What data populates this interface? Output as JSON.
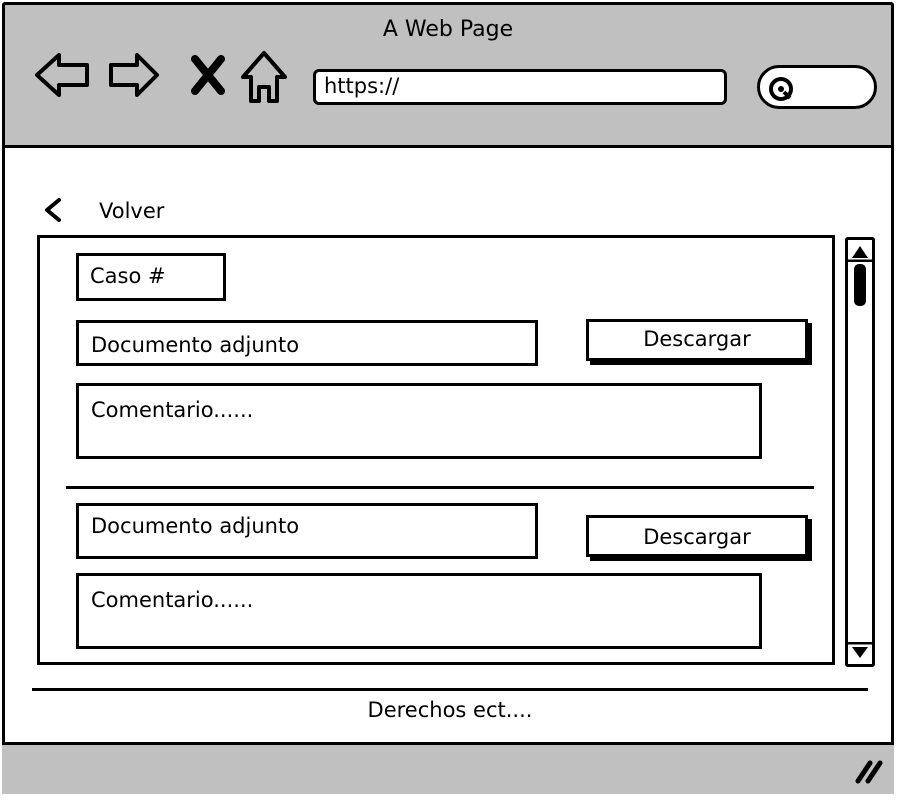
{
  "window": {
    "title": "A Web Page"
  },
  "browser": {
    "url": "https://",
    "icons": [
      "back-arrow-icon",
      "forward-arrow-icon",
      "close-icon",
      "home-icon",
      "search-icon"
    ]
  },
  "page": {
    "back_label": "Volver",
    "case_label": "Caso #",
    "entries": [
      {
        "document": "Documento adjunto",
        "download": "Descargar",
        "comment": "Comentario......"
      },
      {
        "document": "Documento adjunto",
        "download": "Descargar",
        "comment": "Comentario......"
      }
    ]
  },
  "footer": {
    "text": "Derechos ect...."
  }
}
